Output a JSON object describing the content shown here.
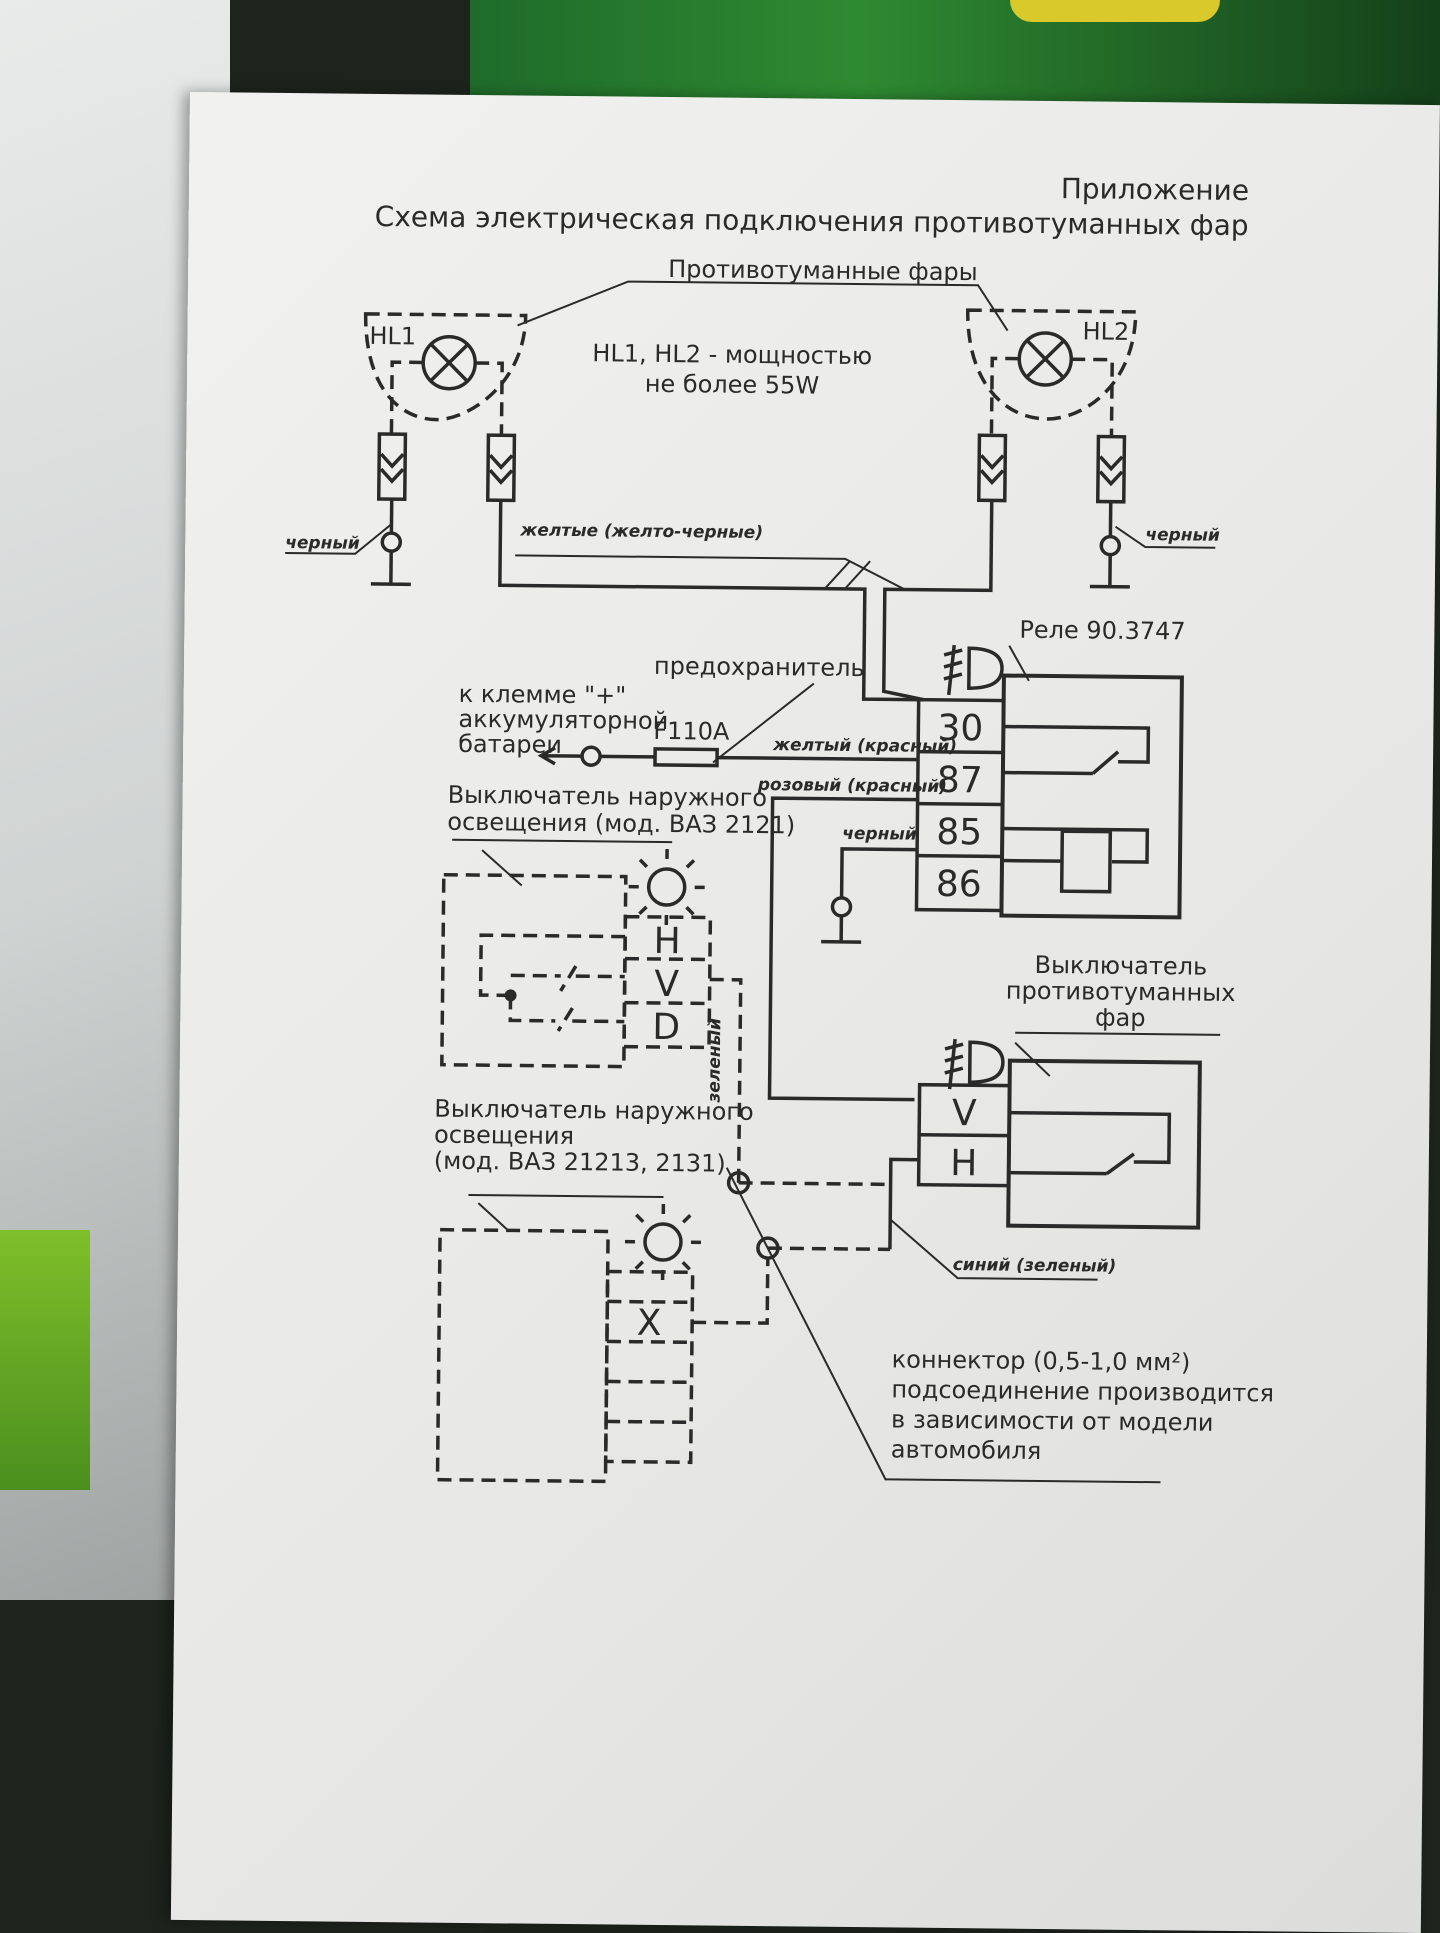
{
  "header": {
    "appendix": "Приложение",
    "title": "Схема электрическая подключения противотуманных фар"
  },
  "lamps": {
    "group_label": "Противотуманные фары",
    "hl1": "HL1",
    "hl2": "HL2",
    "power_note_1": "HL1, HL2 - мощностью",
    "power_note_2": "не более 55W"
  },
  "wires": {
    "black_left": "черный",
    "black_right": "черный",
    "yellow_lamps": "желтые (желто-черные)",
    "yellow_red": "желтый (красный)",
    "pink_red": "розовый (красный)",
    "black_86": "черный",
    "green": "зеленый",
    "blue_green": "синий (зеленый)"
  },
  "relay": {
    "label": "Реле 90.3747",
    "pins": [
      "30",
      "87",
      "85",
      "86"
    ]
  },
  "fuse": {
    "label": "предохранитель",
    "name": "F110A"
  },
  "battery": {
    "line1": "к клемме \"+\"",
    "line2": "аккумуляторной",
    "line3": "батареи"
  },
  "switch_2121": {
    "line1": "Выключатель наружного",
    "line2": "освещения (мод. ВАЗ 2121)",
    "pins": [
      "H",
      "V",
      "D"
    ]
  },
  "fog_switch": {
    "line1": "Выключатель",
    "line2": "противотуманных",
    "line3": "фар",
    "pins": [
      "V",
      "H"
    ]
  },
  "switch_21213": {
    "line1": "Выключатель наружного",
    "line2": "освещения",
    "line3": "(мод. ВАЗ 21213, 2131)",
    "pin": "X"
  },
  "connector_note": {
    "line1": "коннектор (0,5-1,0 мм²)",
    "line2": "подсоединение производится",
    "line3": "в зависимости от модели",
    "line4": "автомобиля"
  },
  "icons": {
    "fog": "fog-light-icon",
    "sun": "headlight-switch-icon"
  }
}
